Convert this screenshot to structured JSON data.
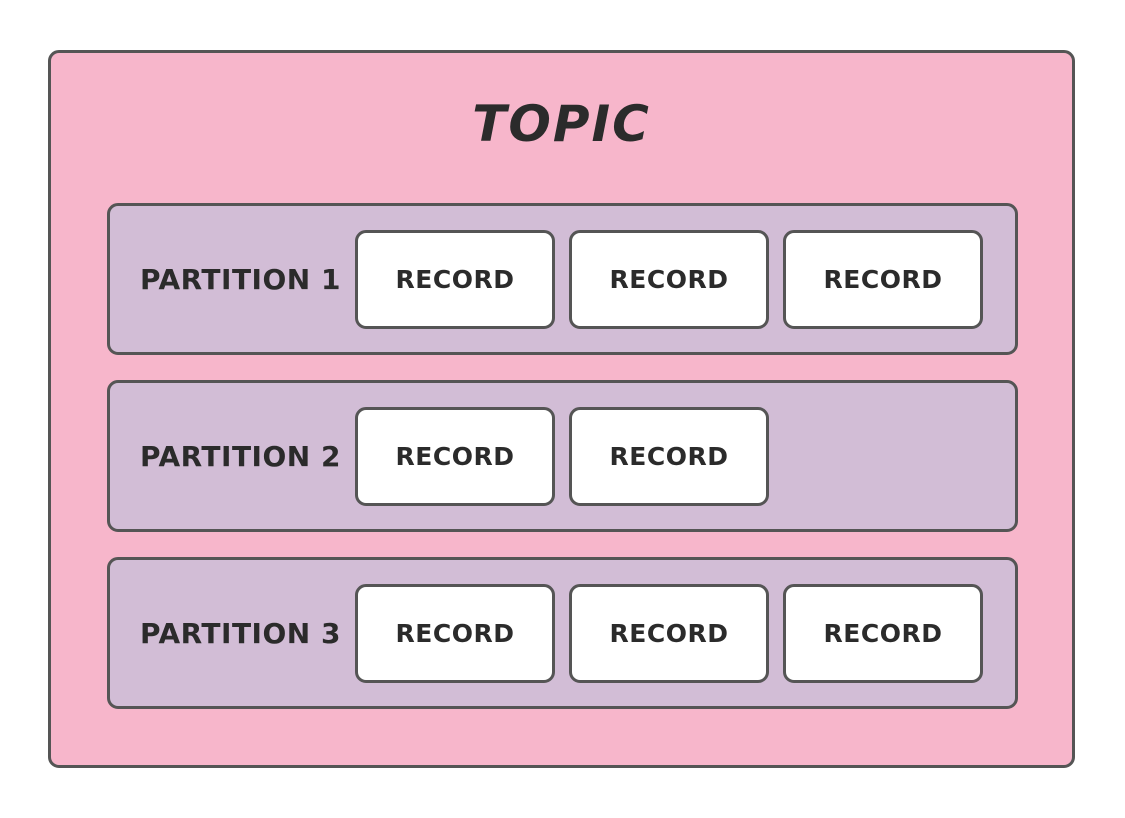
{
  "diagram": {
    "title": "TOPIC",
    "colors": {
      "topic_background": "#F7B6CB",
      "partition_background": "#D2BDD6",
      "record_background": "#FFFFFF",
      "border": "#555555",
      "text": "#2B2B2B"
    },
    "partitions": [
      {
        "label": "PARTITION 1",
        "records": [
          {
            "label": "RECORD"
          },
          {
            "label": "RECORD"
          },
          {
            "label": "RECORD"
          }
        ]
      },
      {
        "label": "PARTITION 2",
        "records": [
          {
            "label": "RECORD"
          },
          {
            "label": "RECORD"
          }
        ]
      },
      {
        "label": "PARTITION 3",
        "records": [
          {
            "label": "RECORD"
          },
          {
            "label": "RECORD"
          },
          {
            "label": "RECORD"
          }
        ]
      }
    ]
  }
}
